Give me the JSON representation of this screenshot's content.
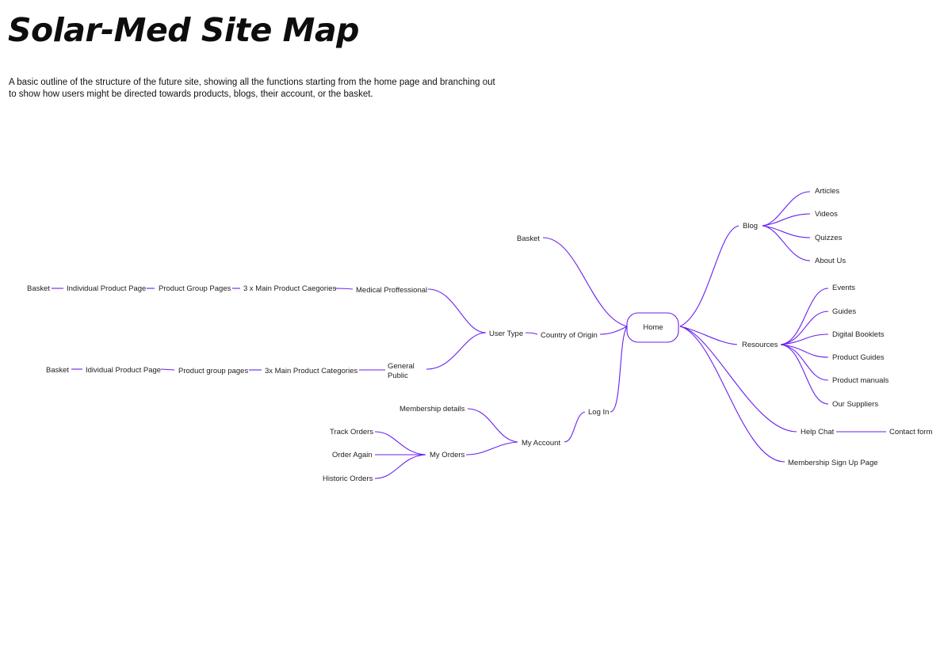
{
  "title": "Solar-Med Site Map",
  "description": "A basic outline of the structure of the future site, showing all the functions starting from the home page and branching out to show how users might be directed towards products, blogs, their account, or the basket.",
  "colors": {
    "connector": "#6a1ff0",
    "text": "#222222",
    "background": "#ffffff"
  },
  "nodes": {
    "home": "Home",
    "blog": "Blog",
    "articles": "Articles",
    "videos": "Videos",
    "quizzes": "Quizzes",
    "about_us": "About Us",
    "resources": "Resources",
    "events": "Events",
    "guides": "Guides",
    "digital_booklets": "Digital Booklets",
    "product_guides": "Product Guides",
    "product_manuals": "Product manuals",
    "our_suppliers": "Our Suppliers",
    "help_chat": "Help Chat",
    "contact_form": "Contact form",
    "membership_signup": "Membership Sign Up Page",
    "basket_top": "Basket",
    "country_of_origin": "Country of Origin",
    "user_type": "User Type",
    "medical_professional": "Medical Proffessional",
    "mp_categories": "3 x Main Product Caegories",
    "mp_group_pages": "Product Group Pages",
    "mp_individual": "Individual Product Page",
    "mp_basket": "Basket",
    "general_public_1": "General",
    "general_public_2": "Public",
    "gp_categories": "3x Main  Product Categories",
    "gp_group_pages": "Product group pages",
    "gp_individual": "Idividual Product Page",
    "gp_basket": "Basket",
    "log_in": "Log In",
    "my_account": "My  Account",
    "membership_details": "Membership details",
    "my_orders": "My Orders",
    "track_orders": "Track Orders",
    "order_again": "Order Again",
    "historic_orders": "Historic Orders"
  }
}
